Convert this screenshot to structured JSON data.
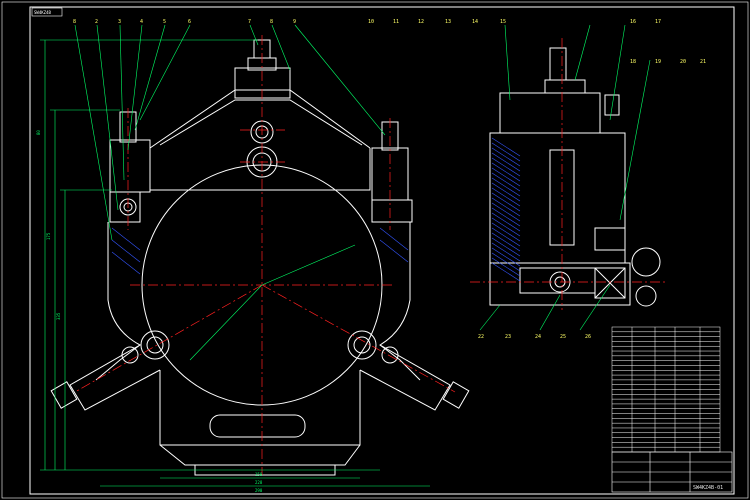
{
  "drawing": {
    "corner_tag": "SW4KZ4B",
    "title_code": "SW4KZ4B-01",
    "colors": {
      "background": "#000000",
      "outline": "#ffffff",
      "center_line": "#ff2020",
      "dimension": "#00ff66",
      "hatch": "#3355ff",
      "leader": "#ffff33"
    },
    "balloons_top_left": [
      "8",
      "2",
      "3",
      "4",
      "5",
      "6"
    ],
    "balloons_top_mid": [
      "7",
      "8",
      "9"
    ],
    "balloons_section": [
      "10",
      "11",
      "12",
      "13",
      "14",
      "15",
      "16",
      "17",
      "18",
      "19",
      "20",
      "21"
    ],
    "balloons_bottom_section": [
      "22",
      "23",
      "24",
      "25",
      "26"
    ],
    "left_dims": [
      "80",
      "175",
      "335"
    ],
    "bottom_dims": [
      "158",
      "228",
      "290"
    ],
    "bom_rows": 26
  }
}
